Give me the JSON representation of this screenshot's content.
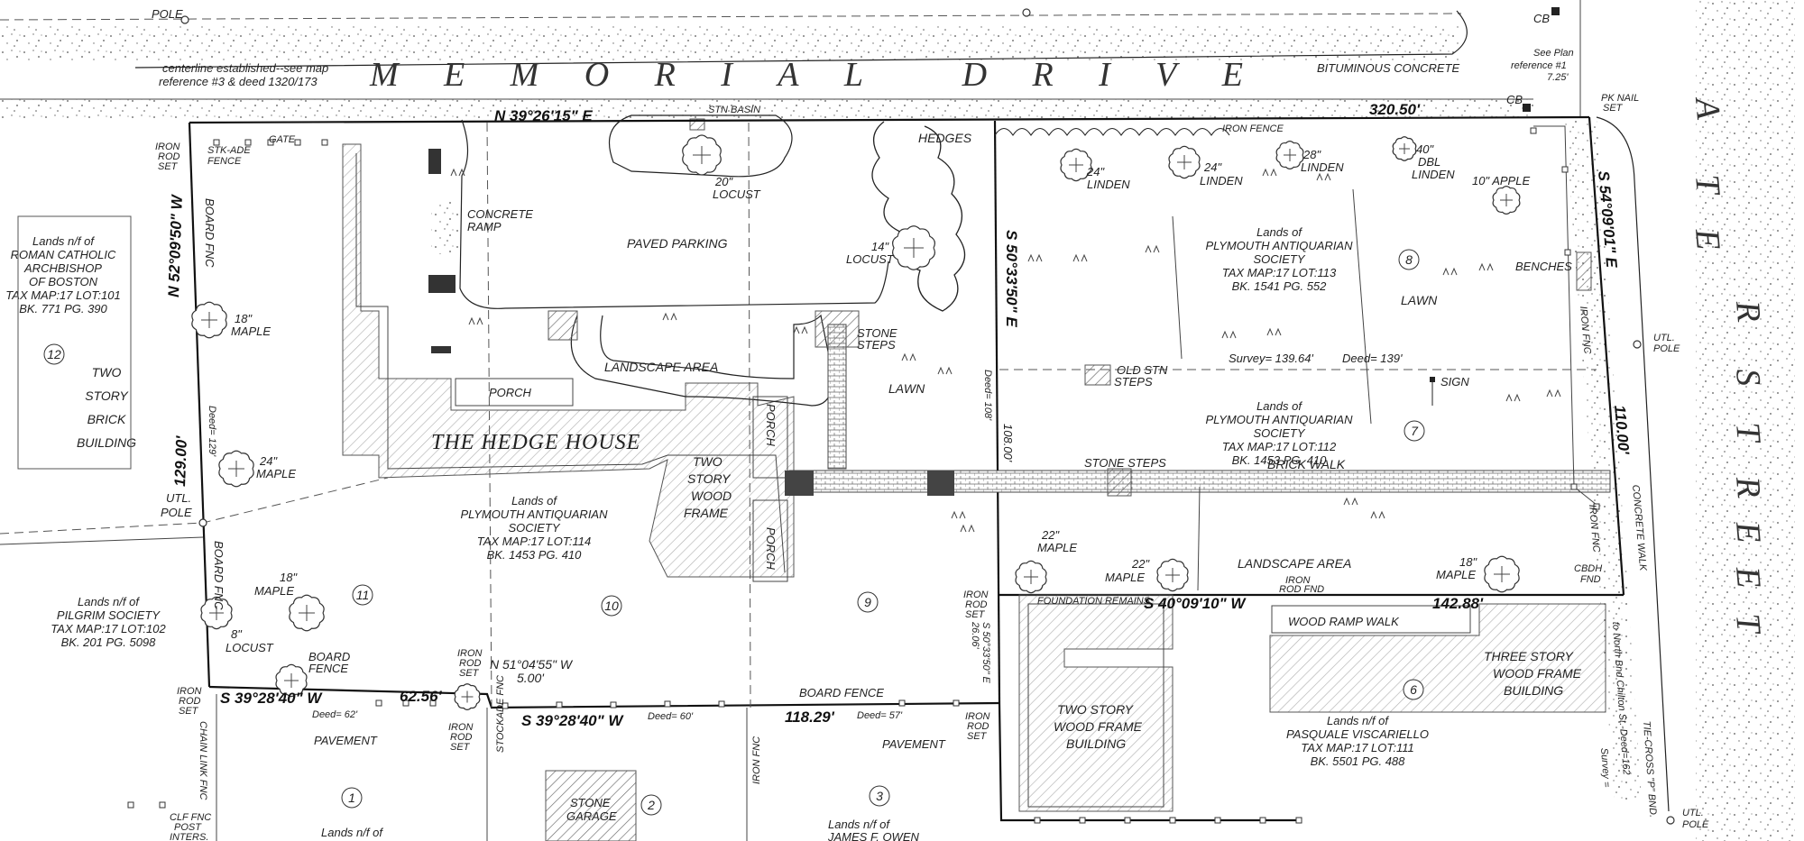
{
  "streets": {
    "memorial": "MEMORIAL  DRIVE",
    "water_letters": [
      "A",
      "T",
      "E",
      "R",
      "S",
      "T",
      "R",
      "E",
      "E",
      "T"
    ]
  },
  "top_notes": {
    "pole": "POLE",
    "centerline": "centerline established--see map",
    "centerline2": "reference #3 & deed 1320/173",
    "bituminous": "BITUMINOUS CONCRETE",
    "see_plan": "See Plan",
    "reference": "reference #1",
    "ref_dist": "7.25'",
    "cb": "CB",
    "cb2": "CB",
    "pk_nail": "PK NAIL",
    "pk_set": "SET",
    "stn_basin": "STN BASIN"
  },
  "bearings": {
    "north": "N 39°26'15\" E",
    "north_dist": "320.50'",
    "west": "N 52°09'50\" W",
    "west_dist": "129.00'",
    "west_deed": "Deed= 129'",
    "east": "S 54°09'01\" E",
    "east_dist": "110.00'",
    "mid": "S 50°33'50\" E",
    "mid_dist": "108.00'",
    "mid_deed": "Deed= 108'",
    "inner": "S 40°09'10\" W",
    "inner_dist": "142.88'",
    "south1": "S 39°28'40\" W",
    "south1_dist": "62.56'",
    "south1_deed": "Deed= 62'",
    "south2": "S 39°28'40\" W",
    "south2_deed": "Deed= 60'",
    "south2_dist": "118.29'",
    "south2_deed2": "Deed= 57'",
    "small_bearing": "N 51°04'55\" W",
    "small_dist": "5.00'",
    "lower_mid": "S 50°33'50\" E",
    "lower_mid_dist": "26.06'",
    "survey": "Survey= 139.64'",
    "survey_deed": "Deed= 139'"
  },
  "features": {
    "iron_rod": "IRON",
    "rod": "ROD",
    "set": "SET",
    "stkade": "STK-ADE",
    "fence": "FENCE",
    "gate": "GATE",
    "concrete": "CONCRETE",
    "ramp": "RAMP",
    "board_fnc": "BOARD FNC",
    "board_fnc2": "BOARD FNC",
    "paved_parking": "PAVED PARKING",
    "locust20": "20\"",
    "locust20b": "LOCUST",
    "hedges": "HEDGES",
    "iron_fence": "IRON FENCE",
    "locust14": "14\"",
    "locust14b": "LOCUST",
    "stone_steps": "STONE",
    "stone_steps2": "STEPS",
    "landscape": "LANDSCAPE AREA",
    "porch": "PORCH",
    "porch2": "PORCH",
    "porch3": "PORCH",
    "hedge_house": "THE HEDGE HOUSE",
    "two_story1": "TWO",
    "two_story2": "STORY",
    "two_story3": "WOOD",
    "two_story4": "FRAME",
    "lawn1": "LAWN",
    "lawn2": "LAWN",
    "linden24a": "24\"",
    "linden24a2": "LINDEN",
    "linden24b": "24\"",
    "linden24b2": "LINDEN",
    "linden28": "28\"",
    "linden28b": "LINDEN",
    "linden40": "40\"",
    "linden40b": "DBL",
    "linden40c": "LINDEN",
    "apple": "10\" APPLE",
    "benches": "BENCHES",
    "iron_fnc": "IRON FNC",
    "iron_fnc2": "IRON FNC",
    "utl_pole": "UTL.",
    "utl_pole2": "POLE",
    "utl_pole3": "UTL.",
    "utl_pole4": "POLE",
    "utl_pole5": "UTL.",
    "utl_pole6": "POLE",
    "old_stn": "OLD STN",
    "old_stn2": "STEPS",
    "sign": "SIGN",
    "stone_steps_mid": "STONE STEPS",
    "brick_walk": "BRICK WALK",
    "maple18a": "18\"",
    "maple18a2": "MAPLE",
    "maple24": "24\"",
    "maple24b": "MAPLE",
    "maple18b": "18\"",
    "maple18b2": "MAPLE",
    "locust8": "8\"",
    "locust8b": "LOCUST",
    "maple22a": "22\"",
    "maple22a2": "MAPLE",
    "maple22b": "22\"",
    "maple22b2": "MAPLE",
    "maple18c": "18\"",
    "maple18c2": "MAPLE",
    "landscape2": "LANDSCAPE AREA",
    "cbdh": "CBDH",
    "fnd": "FND",
    "concrete_walk": "CONCRETE WALK",
    "foundation": "FOUNDATION REMAINS",
    "iron_rod_fnd": "IRON",
    "iron_rod_fnd2": "ROD FND",
    "wood_ramp": "WOOD RAMP WALK",
    "three_story1": "THREE  STORY",
    "three_story2": "WOOD FRAME",
    "three_story3": "BUILDING",
    "two_story_b1": "TWO STORY",
    "two_story_b2": "WOOD FRAME",
    "two_story_b3": "BUILDING",
    "board_fence": "BOARD",
    "board_fence2": "FENCE",
    "board_fence3": "BOARD FENCE",
    "pavement1": "PAVEMENT",
    "pavement2": "PAVEMENT",
    "stockade": "STOCKADE FNC",
    "iron_fnc3": "IRON FNC",
    "stone_garage1": "STONE",
    "stone_garage2": "GARAGE",
    "chain_fnc": "CHAIN LINK FNC",
    "clf1": "CLF FNC",
    "clf2": "POST",
    "clf3": "INTERS.",
    "to_north": "to North Bnd Chilton St.-Deed=162",
    "survey_right": "Survey =",
    "tie_right": "TIE-CROSS \"P\" BND."
  },
  "lots": {
    "n1": "1",
    "n2": "2",
    "n3": "3",
    "n6": "6",
    "n7": "7",
    "n8": "8",
    "n9": "9",
    "n10": "10",
    "n11": "11",
    "n12": "12"
  },
  "owners": {
    "catholic": [
      "Lands n/f of",
      "ROMAN CATHOLIC",
      "ARCHBISHOP",
      "OF BOSTON",
      "TAX MAP:17   LOT:101",
      "BK.   771     PG.  390"
    ],
    "pilgrim": [
      "Lands n/f of",
      "PILGRIM SOCIETY",
      "TAX MAP:17   LOT:102",
      "BK.   201    PG. 5098"
    ],
    "plym114": [
      "Lands   of",
      "PLYMOUTH ANTIQUARIAN",
      "SOCIETY",
      "TAX MAP:17   LOT:114",
      "BK.   1453    PG.  410"
    ],
    "plym113": [
      "Lands   of",
      "PLYMOUTH ANTIQUARIAN",
      "SOCIETY",
      "TAX MAP:17   LOT:113",
      "BK.   1541    PG.  552"
    ],
    "plym112": [
      "Lands   of",
      "PLYMOUTH ANTIQUARIAN",
      "SOCIETY",
      "TAX MAP:17   LOT:112",
      "BK.   1453    PG.  410"
    ],
    "pasquale": [
      "Lands n/f of",
      "PASQUALE VISCARIELLO",
      "TAX MAP:17   LOT:111",
      "BK.   5501    PG.  488"
    ],
    "brick_bldg": [
      "TWO",
      "STORY",
      "BRICK",
      "BUILDING"
    ],
    "lands_bottom1": "Lands n/f of",
    "lands_bottom2": "Lands n/f of",
    "owen": "JAMES F. OWEN"
  }
}
